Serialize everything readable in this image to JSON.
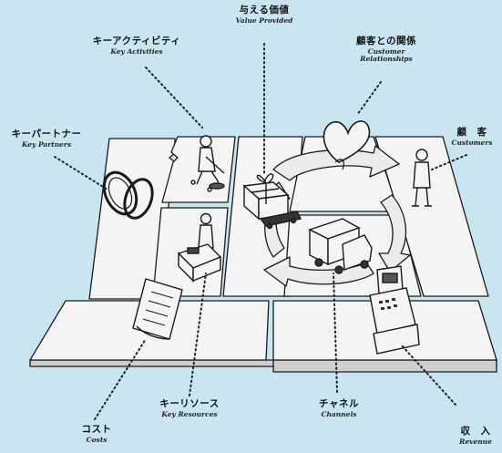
{
  "labels": {
    "value": {
      "ja": "与える価値",
      "en": "Value Provided"
    },
    "activities": {
      "ja": "キーアクティビティ",
      "en": "Key Activities"
    },
    "relationships": {
      "ja": "顧客との関係",
      "en": "Customer Relationships"
    },
    "partners": {
      "ja": "キーパートナー",
      "en": "Key Partners"
    },
    "customers": {
      "ja": "顧　客",
      "en": "Customers"
    },
    "resources": {
      "ja": "キーリソース",
      "en": "Key Resources"
    },
    "channels": {
      "ja": "チャネル",
      "en": "Channels"
    },
    "costs": {
      "ja": "コスト",
      "en": "Costs"
    },
    "revenue": {
      "ja": "収　入",
      "en": "Revenue"
    }
  },
  "icons": [
    "ring-icon",
    "worker-icon",
    "gift-icon",
    "heart-icon",
    "customer-icon",
    "machine-icon",
    "truck-icon",
    "document-icon",
    "cash-register-icon"
  ],
  "colors": {
    "background": "#c9e6f0",
    "board": "#f4f4f4",
    "outline": "#1a1a1a",
    "leader": "#222222"
  }
}
